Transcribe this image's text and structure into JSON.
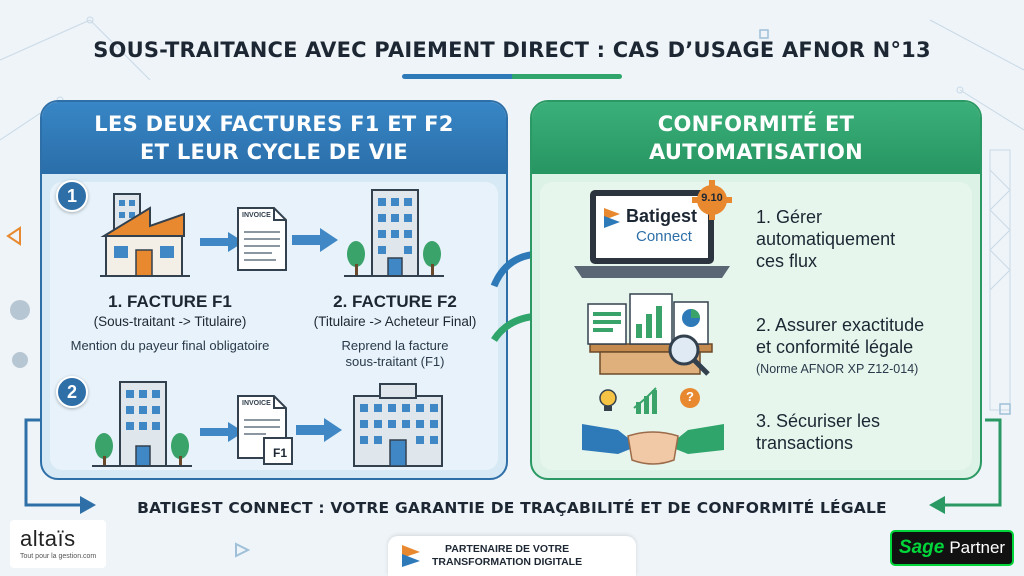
{
  "title": "SOUS-TRAITANCE AVEC PAIEMENT DIRECT : CAS D’USAGE AFNOR N°13",
  "left_panel": {
    "header_line1": "LES DEUX FACTURES F1 ET F2",
    "header_line2": "ET LEUR CYCLE DE VIE",
    "step1_badge": "1",
    "step2_badge": "2",
    "invoice_label": "INVOICE",
    "f1_tag": "F1",
    "f1_title": "1. FACTURE F1",
    "f1_sub": "(Sous-traitant -> Titulaire)",
    "f1_note": "Mention du payeur final obligatoire",
    "f2_title": "2. FACTURE F2",
    "f2_sub": "(Titulaire -> Acheteur Final)",
    "f2_note_line1": "Reprend la facture",
    "f2_note_line2": "sous-traitant (F1)"
  },
  "right_panel": {
    "header_line1": "CONFORMITÉ ET",
    "header_line2": "AUTOMATISATION",
    "batigest_brand": "Batigest",
    "batigest_sub": "Connect",
    "version_badge": "9.10",
    "item1_line1": "1. Gérer",
    "item1_line2": "automatiquement",
    "item1_line3": "ces flux",
    "item2_line1": "2. Assurer exactitude",
    "item2_line2": "et conformité légale",
    "item2_line3": "(Norme AFNOR XP Z12-014)",
    "item3_line1": "3. Sécuriser les",
    "item3_line2": "transactions"
  },
  "footer": {
    "banner": "BATIGEST CONNECT : VOTRE GARANTIE DE TRAÇABILITÉ ET DE CONFORMITÉ LÉGALE",
    "altais_name": "altaïs",
    "altais_tagline": "Tout pour la gestion.com",
    "partner_line1": "PARTENAIRE DE VOTRE",
    "partner_line2": "TRANSFORMATION DIGITALE",
    "sage_name": "Sage",
    "sage_partner": "Partner"
  },
  "colors": {
    "blue": "#2e6fa8",
    "green": "#2a9963",
    "orange": "#e8892f",
    "sage_green": "#00d639"
  }
}
